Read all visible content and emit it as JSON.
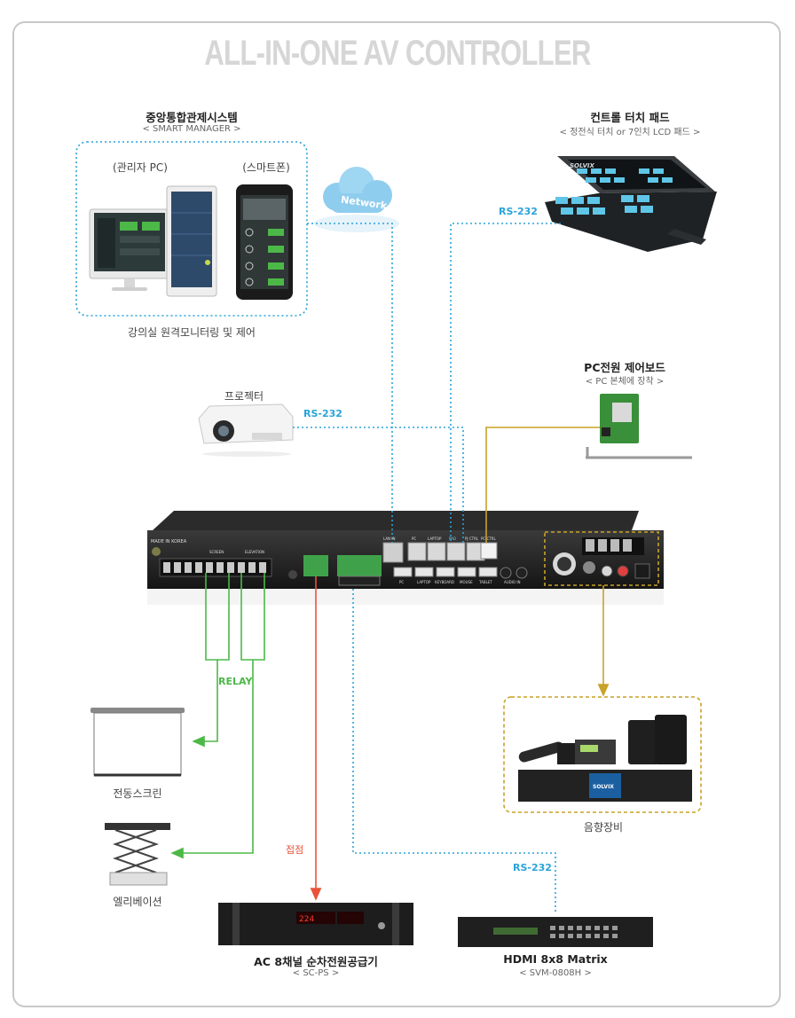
{
  "title": "ALL-IN-ONE AV CONTROLLER",
  "smart_manager": {
    "title": "중앙통합관제시스템",
    "subtitle": "< SMART MANAGER >",
    "pc_label": "(관리자 PC)",
    "phone_label": "(스마트폰)",
    "caption": "강의실 원격모니터링 및 제어"
  },
  "network": {
    "label": "Network"
  },
  "touchpad": {
    "title": "컨트롤 터치 패드",
    "subtitle": "< 정전식 터치 or 7인치 LCD 패드 >",
    "link": "RS-232",
    "brand": "SOLVIX"
  },
  "pc_board": {
    "title": "PC전원 제어보드",
    "subtitle": "< PC 본체에 장착 >"
  },
  "projector": {
    "label": "프로젝터",
    "link": "RS-232"
  },
  "controller": {
    "made_in": "MADE IN KOREA",
    "screen_label": "SCREEN",
    "elevation_label": "ELEVATION",
    "ports_top": [
      "LAN IN",
      "PC",
      "LAPTOP",
      "PAD",
      "PJ CTRL",
      "PC CTRL"
    ],
    "ports_bottom": [
      "PC",
      "LAPTOP",
      "KEYBOARD",
      "MOUSE",
      "TABLET"
    ],
    "audio_in": "AUDIO IN"
  },
  "relay": {
    "label": "RELAY"
  },
  "screen": {
    "label": "전동스크린"
  },
  "elevation": {
    "label": "엘리베이션"
  },
  "contact": {
    "label": "접점"
  },
  "audio": {
    "label": "음향장비",
    "brand": "SOLVIX"
  },
  "power_supply": {
    "title": "AC 8채널 순차전원공급기",
    "subtitle": "< SC-PS >",
    "display": "224"
  },
  "matrix": {
    "title": "HDMI 8x8 Matrix",
    "subtitle": "< SVM-0808H >",
    "link": "RS-232"
  },
  "colors": {
    "blue": "#29a3d9",
    "green": "#4cb848",
    "gold": "#c9a227",
    "red": "#e9533a",
    "title_gray": "#d6d6d6"
  }
}
